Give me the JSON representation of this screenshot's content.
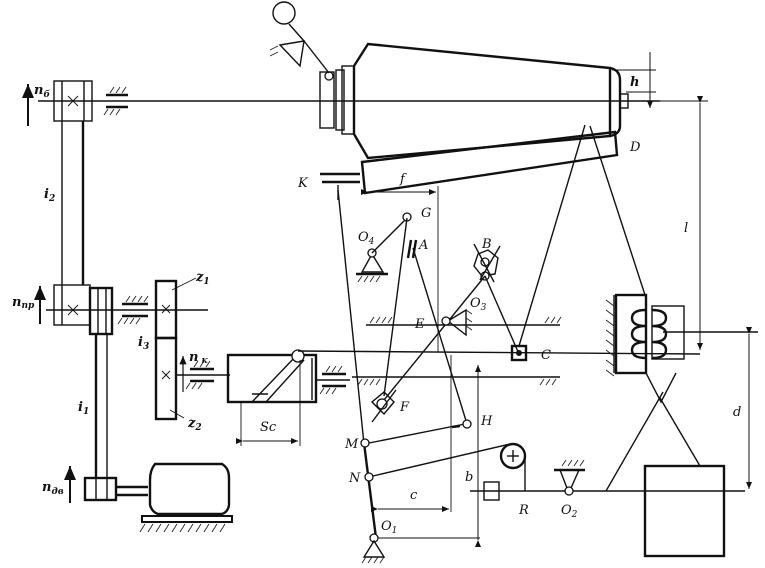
{
  "diagram": {
    "title": "Kinematic scheme of winding mechanism",
    "labels": {
      "n_b": {
        "main": "n",
        "sub": "б"
      },
      "n_pr": {
        "main": "n",
        "sub": "пр"
      },
      "n_dv": {
        "main": "n",
        "sub": "дв"
      },
      "n_k": {
        "main": "n",
        "sub": "к"
      },
      "i1": {
        "main": "i",
        "sub": "1"
      },
      "i2": {
        "main": "i",
        "sub": "2"
      },
      "i3": {
        "main": "i",
        "sub": "3"
      },
      "z1": {
        "main": "z",
        "sub": "1"
      },
      "z2": {
        "main": "z",
        "sub": "2"
      },
      "Sc": "Sc",
      "K": "K",
      "f": "f",
      "G": "G",
      "O4": {
        "main": "O",
        "sub": "4"
      },
      "A": "A",
      "B": "B",
      "O3": {
        "main": "O",
        "sub": "3"
      },
      "E": "E",
      "C": "C",
      "F": "F",
      "H": "H",
      "M": "M",
      "N": "N",
      "c": "c",
      "b": "b",
      "O1": {
        "main": "O",
        "sub": "1"
      },
      "R": "R",
      "O2": {
        "main": "O",
        "sub": "2"
      },
      "h": "h",
      "D": "D",
      "l": "l",
      "d": "d"
    }
  }
}
